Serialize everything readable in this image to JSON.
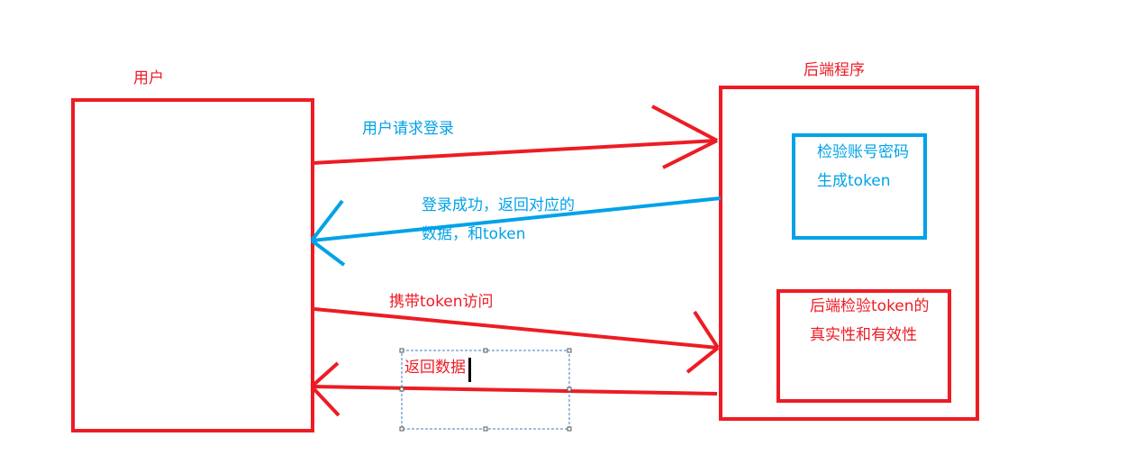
{
  "colors": {
    "red": "#ed1c24",
    "blue": "#00a2e8",
    "selection": "#3b7dc4"
  },
  "labels": {
    "user": "用户",
    "backend": "后端程序",
    "request_login": "用户请求登录",
    "login_success_line1": "登录成功，返回对应的",
    "login_success_line2": "数据，和token",
    "carry_token": "携带token访问",
    "return_data": "返回数据",
    "verify_line1": "检验账号密码",
    "verify_line2": "生成token",
    "backend_check_line1": "后端检验token的",
    "backend_check_line2": "真实性和有效性"
  },
  "editor": {
    "active_text_box": "return_data",
    "text_cursor": "text-caret-icon"
  }
}
